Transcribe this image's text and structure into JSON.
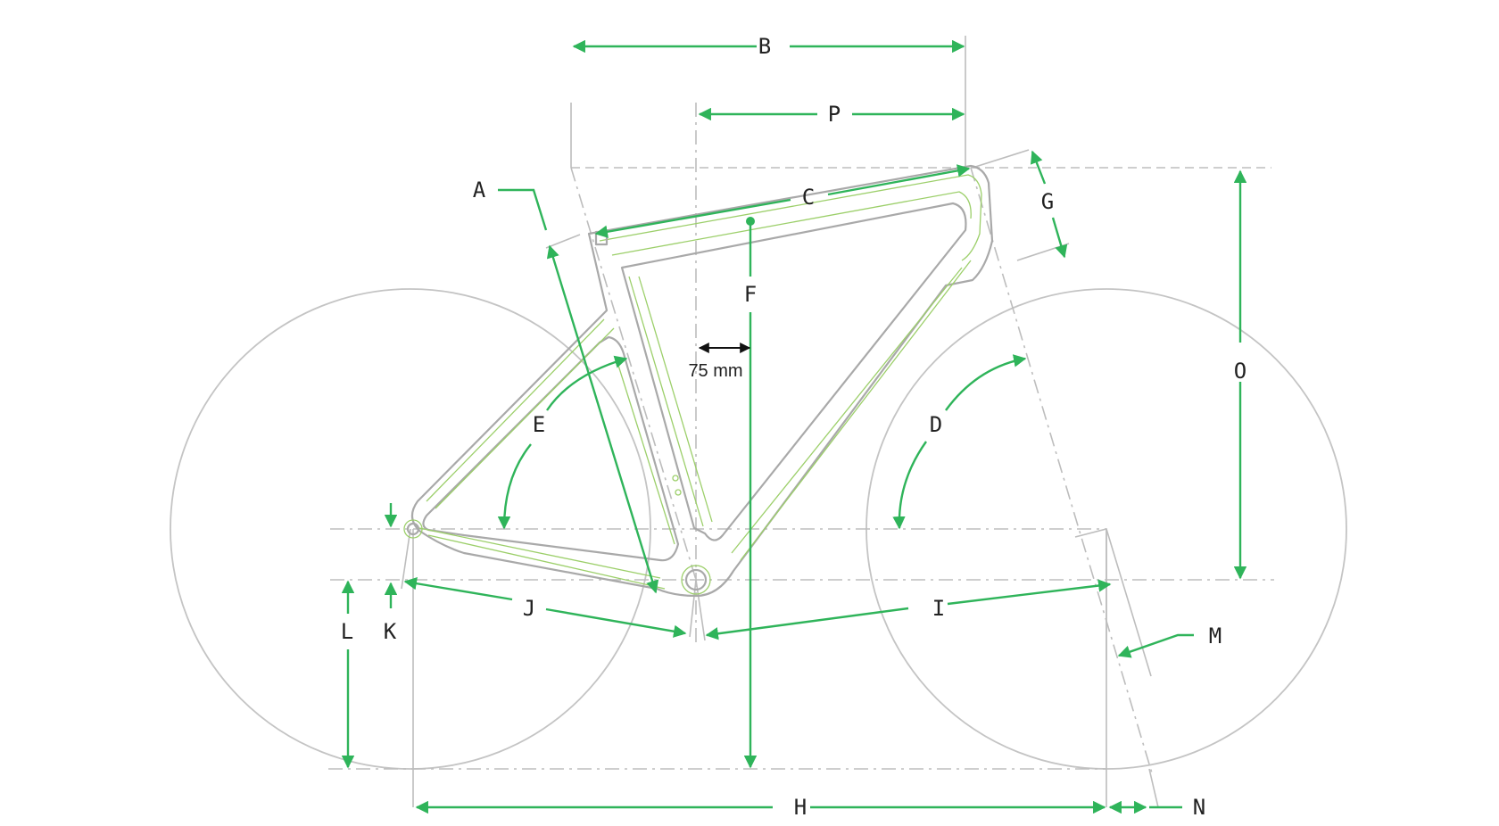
{
  "colors": {
    "dimension": "#2fb45a",
    "guide": "#bdbdbd",
    "frame_outline": "#a9a9a9",
    "frame_detail": "#9ccf6a",
    "label": "#222222"
  },
  "labels": {
    "A": "A",
    "B": "B",
    "C": "C",
    "D": "D",
    "E": "E",
    "F": "F",
    "G": "G",
    "H": "H",
    "I": "I",
    "J": "J",
    "K": "K",
    "L": "L",
    "M": "M",
    "N": "N",
    "O": "O",
    "P": "P"
  },
  "offset_label": "75 mm"
}
